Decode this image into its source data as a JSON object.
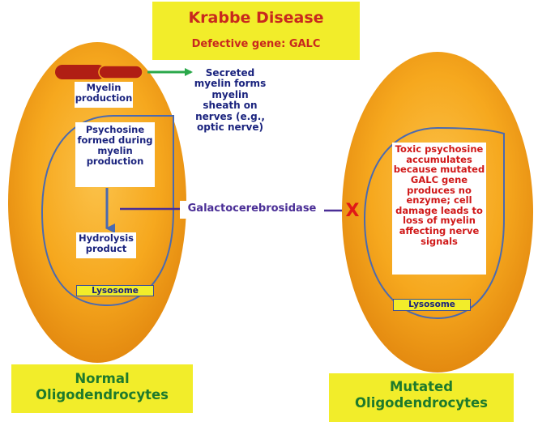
{
  "title": "Krabbe Disease",
  "subtitle": "Defective gene: GALC",
  "normal_cell": {
    "myelin_production": "Myelin production",
    "secreted_myelin": "Secreted myelin forms myelin sheath on nerves (e.g., optic nerve)",
    "psychosine_formed": "Psychosine formed during myelin production",
    "hydrolysis_product": "Hydrolysis product",
    "lysosome": "Lysosome",
    "caption": "Normal Oligodendrocytes"
  },
  "enzyme": "Galactocerebrosidase",
  "blocked_mark": "X",
  "mutated_cell": {
    "toxic_text": "Toxic psychosine accumulates because mutated GALC gene produces no enzyme; cell damage leads to loss of myelin affecting nerve signals",
    "lysosome": "Lysosome",
    "caption": "Mutated Oligodendrocytes"
  },
  "colors": {
    "cell_orange": "#f6a81e",
    "cell_edge": "#d47a08",
    "panel_yellow": "#f2ed2a",
    "lysosome_outline": "#4a6ab0",
    "title_red": "#c8281e",
    "caption_green": "#1e7a2c",
    "text_navy": "#1a237e",
    "enzyme_purple": "#4a2e96",
    "toxic_red": "#d01818",
    "arrow_green": "#2aa84a",
    "arrow_blue": "#4a6ab0",
    "myelin_red": "#b01e14"
  }
}
